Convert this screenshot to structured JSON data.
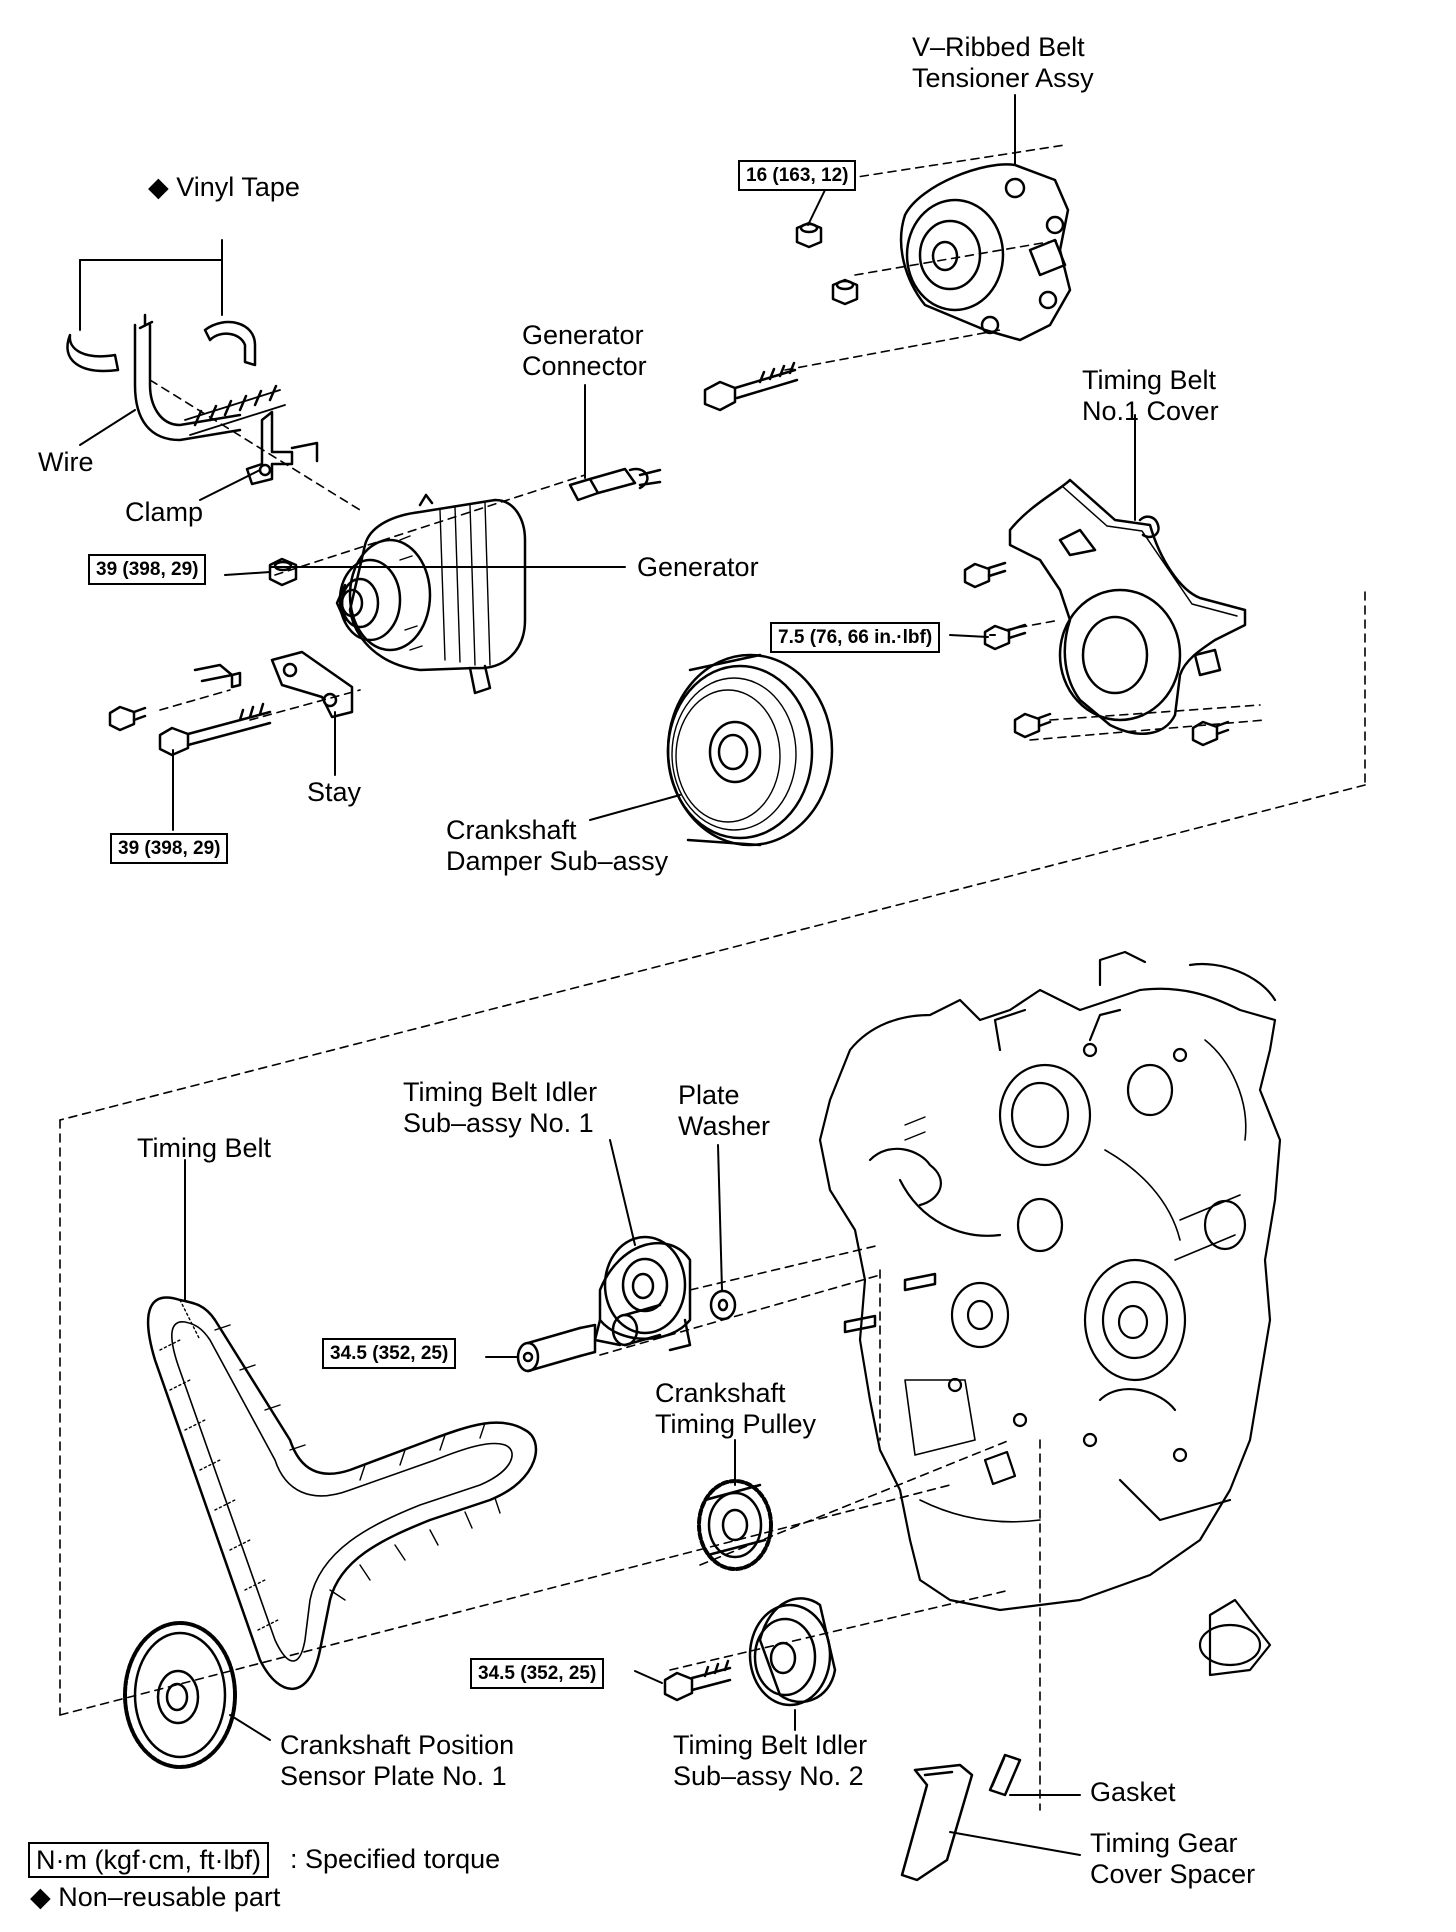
{
  "labels": {
    "v_ribbed_tensioner": [
      "V–Ribbed Belt",
      "Tensioner Assy"
    ],
    "vinyl_tape": "◆ Vinyl Tape",
    "generator_connector": [
      "Generator",
      "Connector"
    ],
    "timing_belt_no1_cover": [
      "Timing Belt",
      "No.1 Cover"
    ],
    "wire": "Wire",
    "clamp": "Clamp",
    "generator": "Generator",
    "stay": "Stay",
    "crankshaft_damper": [
      "Crankshaft",
      "Damper Sub–assy"
    ],
    "timing_belt": "Timing Belt",
    "idler_no1": [
      "Timing Belt Idler",
      "Sub–assy No. 1"
    ],
    "plate_washer": [
      "Plate",
      "Washer"
    ],
    "crankshaft_timing_pulley": [
      "Crankshaft",
      "Timing Pulley"
    ],
    "crank_position_sensor_plate": [
      "Crankshaft Position",
      "Sensor Plate No. 1"
    ],
    "idler_no2": [
      "Timing Belt Idler",
      "Sub–assy No. 2"
    ],
    "gasket": "Gasket",
    "timing_gear_cover_spacer": [
      "Timing Gear",
      "Cover Spacer"
    ]
  },
  "torques": {
    "tensioner": "16 (163, 12)",
    "generator_nut": "39 (398, 29)",
    "generator_bolt": "39 (398, 29)",
    "cover_bolt": "7.5 (76, 66 in.·lbf)",
    "idler1_bolt": "34.5 (352, 25)",
    "idler2_bolt": "34.5 (352, 25)"
  },
  "legend": {
    "torque_unit": "N·m (kgf·cm, ft·lbf)",
    "torque_desc": ": Specified torque",
    "non_reusable": "◆ Non–reusable part"
  }
}
